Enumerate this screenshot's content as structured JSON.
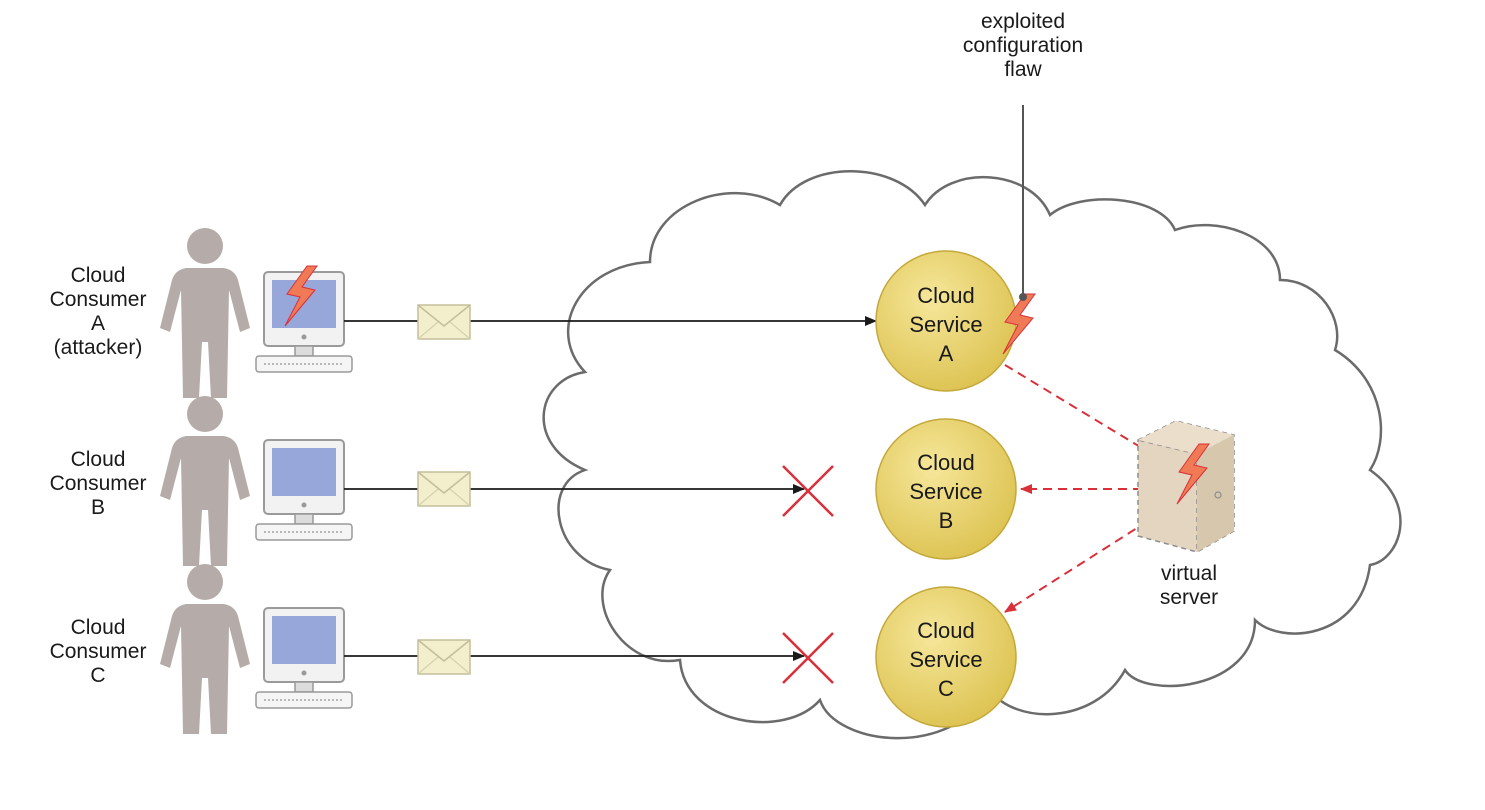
{
  "consumers": [
    {
      "lines": [
        "Cloud",
        "Consumer",
        "A",
        "(attacker)"
      ],
      "attacker": true
    },
    {
      "lines": [
        "Cloud",
        "Consumer",
        "B"
      ],
      "attacker": false
    },
    {
      "lines": [
        "Cloud",
        "Consumer",
        "C"
      ],
      "attacker": false
    }
  ],
  "services": [
    {
      "lines": [
        "Cloud",
        "Service",
        "A"
      ],
      "compromised": true
    },
    {
      "lines": [
        "Cloud",
        "Service",
        "B"
      ],
      "compromised": false
    },
    {
      "lines": [
        "Cloud",
        "Service",
        "C"
      ],
      "compromised": false
    }
  ],
  "flaw_callout": {
    "lines": [
      "exploited",
      "configuration",
      "flaw"
    ]
  },
  "virtual_server": {
    "lines": [
      "virtual",
      "server"
    ]
  },
  "colors": {
    "attack": "#d9303a",
    "lightning": "#f07a55",
    "service_fill": "#e9d46e",
    "service_edge": "#c4a83a",
    "person": "#b5aca9",
    "cloud_stroke": "#6b6b6b",
    "envelope": "#f3eecb",
    "screen": "#97a7d9"
  }
}
